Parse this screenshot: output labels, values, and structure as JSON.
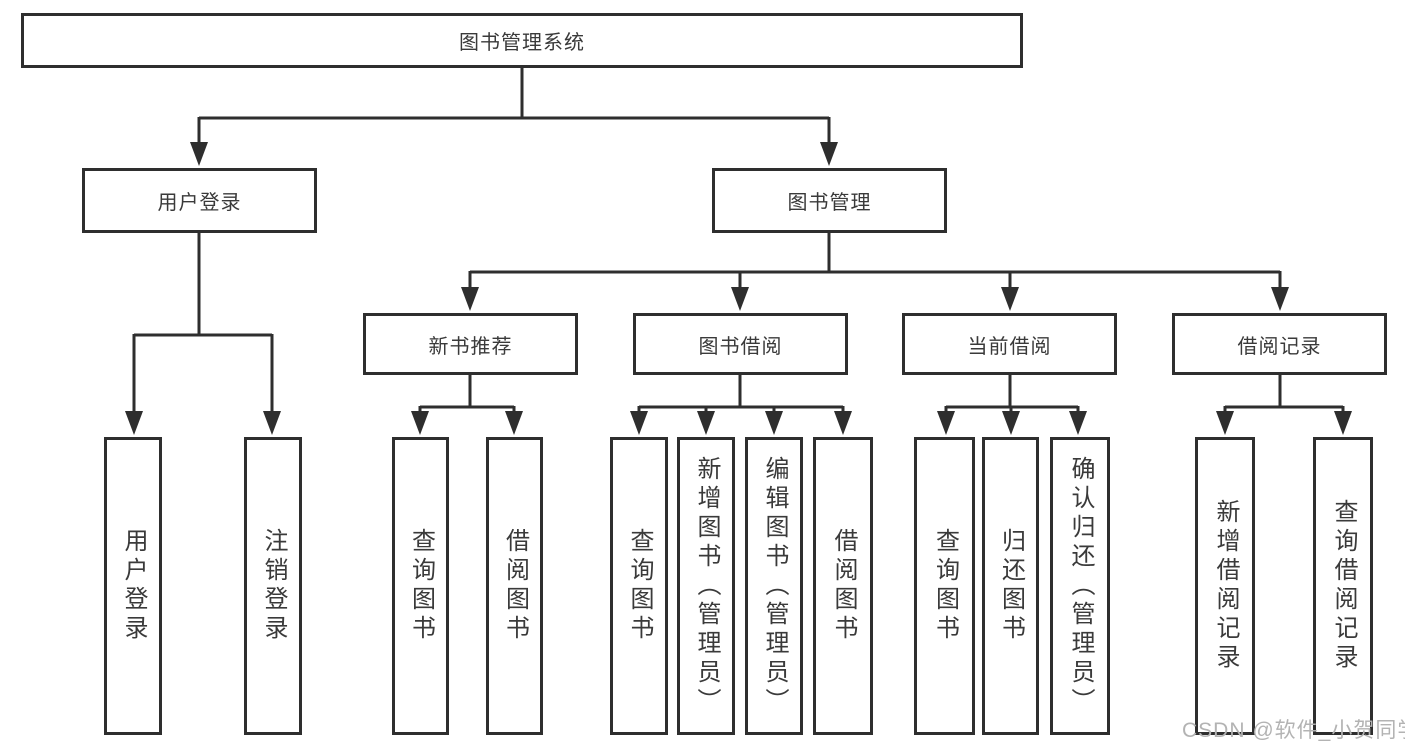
{
  "diagram": {
    "root": "图书管理系统",
    "branches": [
      {
        "label": "用户登录",
        "children": [
          "用户登录",
          "注销登录"
        ]
      },
      {
        "label": "图书管理",
        "sections": [
          {
            "label": "新书推荐",
            "children": [
              "查询图书",
              "借阅图书"
            ]
          },
          {
            "label": "图书借阅",
            "children": [
              "查询图书",
              "新增图书（管理员）",
              "编辑图书（管理员）",
              "借阅图书"
            ]
          },
          {
            "label": "当前借阅",
            "children": [
              "查询图书",
              "归还图书",
              "确认归还（管理员）"
            ]
          },
          {
            "label": "借阅记录",
            "children": [
              "新增借阅记录",
              "查询借阅记录"
            ]
          }
        ]
      }
    ]
  },
  "watermark": "CSDN @软件_小贺同学",
  "colors": {
    "line": "#2e2e2e",
    "text": "#3a3a3a",
    "background": "#ffffff",
    "watermark": "#b3b3b3"
  }
}
